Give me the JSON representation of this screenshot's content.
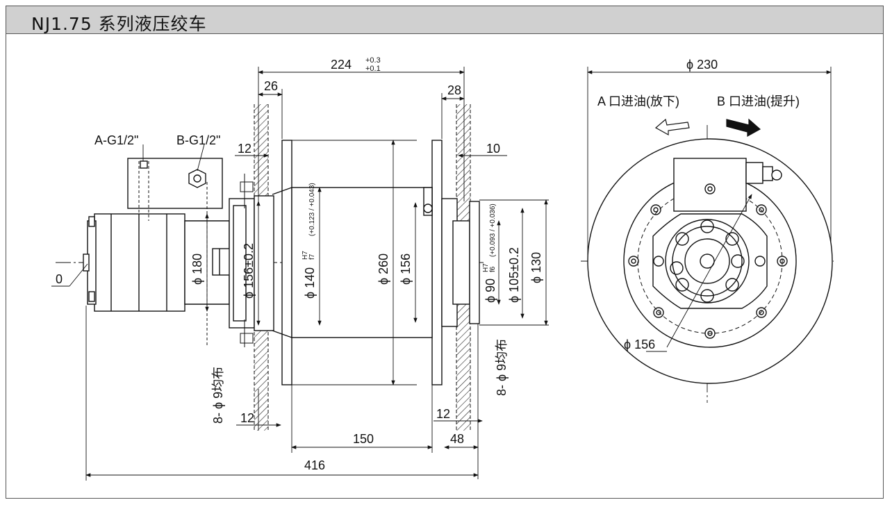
{
  "title": "NJ1.75 系列液压绞车",
  "side_view": {
    "port_a": "A-G1/2\"",
    "port_b": "B-G1/2\"",
    "dim_224": "224",
    "tol_224_upper": "+0.3",
    "tol_224_lower": "+0.1",
    "dim_26": "26",
    "dim_28": "28",
    "dim_12_top": "12",
    "dim_10": "10",
    "dim_0": "0",
    "dia_180": "ϕ 180",
    "dia_156_02": "ϕ 156±0.2",
    "dia_140": "ϕ 140",
    "fit_140_upper": "H7",
    "fit_140_lower": "f7",
    "tol_140": "(+0.123 / +0.043)",
    "dia_260": "ϕ 260",
    "dia_156": "ϕ 156",
    "dia_90": "ϕ 90",
    "fit_90_upper": "H7",
    "fit_90_lower": "f6",
    "tol_90": "(+0.093 / +0.036)",
    "dia_105": "ϕ 105±0.2",
    "dia_130": "ϕ 130",
    "holes_left": "8- ϕ 9均布",
    "holes_right": "8- ϕ 9均布",
    "dim_12_bottom_left": "12",
    "dim_12_bottom_right": "12",
    "dim_150": "150",
    "dim_48": "48",
    "dim_416": "416"
  },
  "end_view": {
    "dia_230": "ϕ 230",
    "label_a": "A 口进油(放下)",
    "label_b": "B 口进油(提升)",
    "dia_156": "ϕ 156"
  }
}
